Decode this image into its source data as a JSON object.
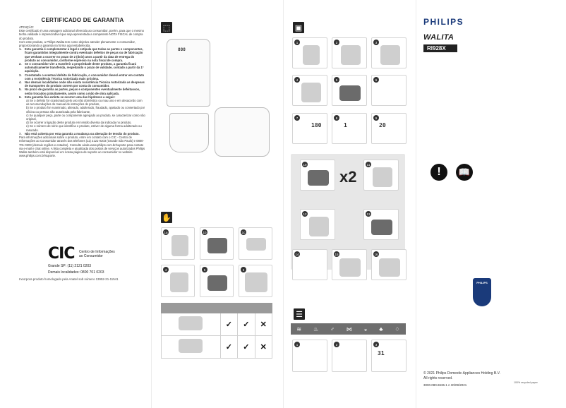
{
  "certificate": {
    "title": "CERTIFICADO DE GARANTIA",
    "attention": "ATENÇÃO:",
    "intro": "Este certificado é uma vantagem adicional oferecida ao consumidor, porém, para que o mesmo tenha validade é imprescindível que seja apresentada a competente NOTA FISCAL de compra do produto.",
    "intro2": "Com este produto, a Philips Walita tem como objetivo atender plenamente o consumidor, proporcionando a garantia na forma aqui estabelecida.",
    "items": [
      {
        "num": "1.",
        "text": "Esta garantia é complementar à legal e estipula que todas as partes e componentes, ficam garantidos integralmente contra eventuais defeitos de peças ou de fabricação que venham a ocorrer no prazo de 2 (dois) anos a partir da data de entrega do produto ao consumidor, conforme expresso na nota fiscal de compra."
      },
      {
        "num": "2.",
        "text": "Se o consumidor vier a transferir a propriedade deste produto, a garantia ficará automaticamente transferida, respeitando o prazo de validade, contado a partir da 1ª aquisição."
      },
      {
        "num": "3.",
        "text": "Constatado o eventual defeito de fabricação, o consumidor deverá entrar em contato com a Assistência Técnica Autorizada mais próxima."
      },
      {
        "num": "4.",
        "text": "Nas demais localidades onde não exista Assistência Técnica Autorizada as despesas de transportes do produto correm por conta do consumidor."
      },
      {
        "num": "5.",
        "text": "No prazo de garantia as partes, peças e componentes eventualmente defeituosos, serão trocados gratuitamente, assim como a mão de obra aplicada."
      },
      {
        "num": "6.",
        "text": "Esta garantia fica extinta se ocorrer uma das hipóteses a seguir:"
      }
    ],
    "subitems": [
      "a) Se o defeito for ocasionado pelo uso não doméstico ou mau uso e em desacordo com as recomendações do manual de instruções do produto,",
      "b) Se o produto for examinado, alterado, adulterado, fraudado, ajustado ou consertado por oficina ou pessoa não autorizada pela fabricante,",
      "c) Se qualquer peça, parte ou componente agregado ao produto, se caracterizar como não original,",
      "d) Se ocorrer a ligação deste produto em tensão diversa da indicada no produto,",
      "e) Se o número de série que identifica o produto, estiver de alguma forma adulterado ou rasurado."
    ],
    "item7": {
      "num": "7.",
      "text": "Não está coberta por esta garantia a mudança ou alteração de tensão do produto."
    },
    "outro": "Para informações adicionais sobre o produto, entre em contato com o CIC - Centro de Informações ao Consumidor através dos telefones (11) 2121-0203 (Grande São Paulo) e 0800-701-0203 (demais regiões e estados). Consulte ainda www.philips.com.br/suporte para contato via e-mail e chat online. A lista completa e atualizada dos postos de serviços autorizados Philips Walita também está disponível em nossa página de suporte ao consumidor no website www.philips.com.br/suporte."
  },
  "cic": {
    "logo": "CIC",
    "line1": "Centro de Informações",
    "line2": "ao Consumidor",
    "tel1": "Grande SP: (11) 2121 0203",
    "tel2": "Demais localidades: 0800 701 0203"
  },
  "anatel": "Incorpora produto homologado pela Anatel sob número 13952-21-11541",
  "brand": {
    "philips": "PHILIPS",
    "walita": "WALITA",
    "model": "RI928X"
  },
  "lcd": {
    "temp1": "180",
    "temp2": "1",
    "temp3": "20",
    "temp4": "31"
  },
  "multiplier": "x2",
  "compare_table": {
    "rows": [
      [
        "✓",
        "✓",
        "✕"
      ],
      [
        "✓",
        "✓",
        "✕"
      ]
    ]
  },
  "footer": {
    "copyright": "© 2021 Philips Domestic Appliances Holding B.V.",
    "rights": "All rights reserved.",
    "code": "3000.080.8636.1 A 30/09/2021",
    "recycled": "100% recycled paper"
  },
  "icons": [
    "unbox-icon",
    "hand-icon",
    "list-icon",
    "warning-icon",
    "manual-icon",
    "philips-shield-icon"
  ],
  "colors": {
    "brand_blue": "#1a3a7a",
    "panel_gray": "#e7e7e7",
    "bar_gray": "#6e6e6e"
  }
}
